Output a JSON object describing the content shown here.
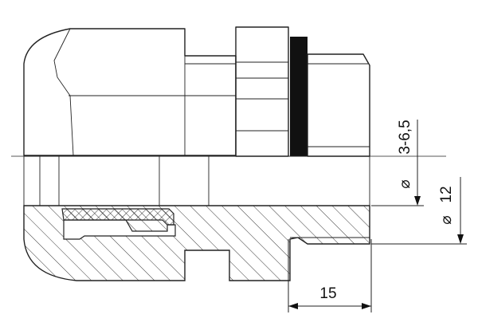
{
  "dimensions": {
    "clamp_range": {
      "symbol": "⌀",
      "value": "3-6,5"
    },
    "thread_diameter": {
      "symbol": "⌀",
      "value": "12"
    },
    "thread_length": {
      "value": "15"
    }
  },
  "colors": {
    "line": "#222222",
    "seal_ring": "#111111",
    "background": "#ffffff"
  }
}
